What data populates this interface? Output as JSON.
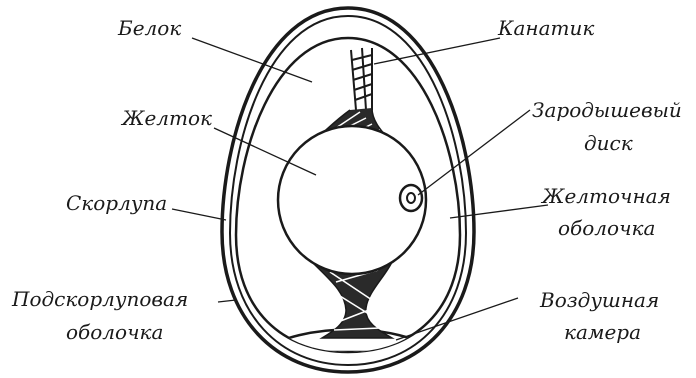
{
  "labels": {
    "belok": "Белок",
    "kanatik": "Канатик",
    "zheltok": "Желток",
    "zarod_line1": "Зародышевый",
    "zarod_line2": "диск",
    "skorlupa": "Скорлупа",
    "zhelt_obol_line1": "Желточная",
    "zhelt_obol_line2": "оболочка",
    "podskorl_line1": "Подскорлуповая",
    "podskorl_line2": "оболочка",
    "vozd_line1": "Воздушная",
    "vozd_line2": "камера"
  },
  "colors": {
    "ink": "#1a1a1a",
    "background": "#ffffff"
  }
}
